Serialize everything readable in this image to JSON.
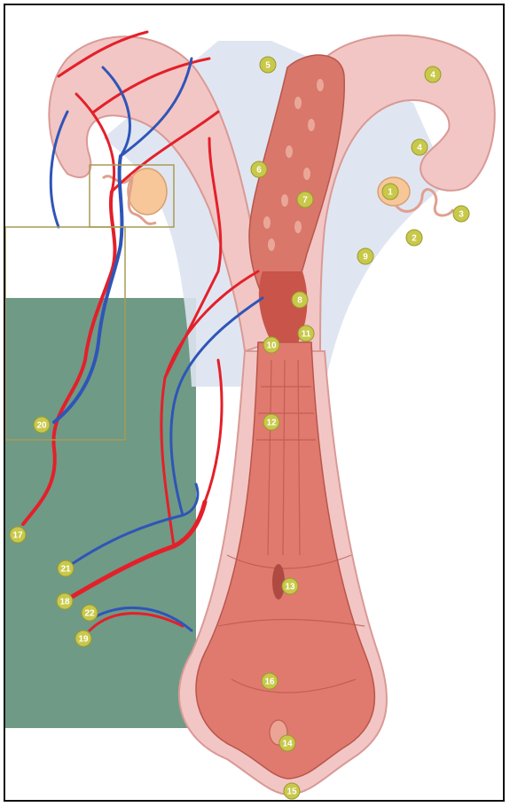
{
  "colors": {
    "background": "#ffffff",
    "frame": "#111111",
    "green_panel": "#6f9a86",
    "broad_ligament": "#dde3ef",
    "organ_outer": "#f2c6c4",
    "organ_wall": "#e8a9a6",
    "mucosa": "#e07a6e",
    "mucosa_dark": "#c9544a",
    "artery": "#e3202a",
    "vein": "#2f55b8",
    "ovary": "#f7c79a",
    "badge_fill": "#c8c84a",
    "badge_text": "#ffffff"
  },
  "labels": [
    "1",
    "2",
    "3",
    "4",
    "4",
    "5",
    "6",
    "7",
    "8",
    "9",
    "10",
    "11",
    "12",
    "13",
    "14",
    "15",
    "16",
    "17",
    "18",
    "19",
    "20",
    "21",
    "22"
  ],
  "icons": {
    "inset_box_upper": "inset-outline",
    "inset_box_lower": "inset-outline"
  }
}
